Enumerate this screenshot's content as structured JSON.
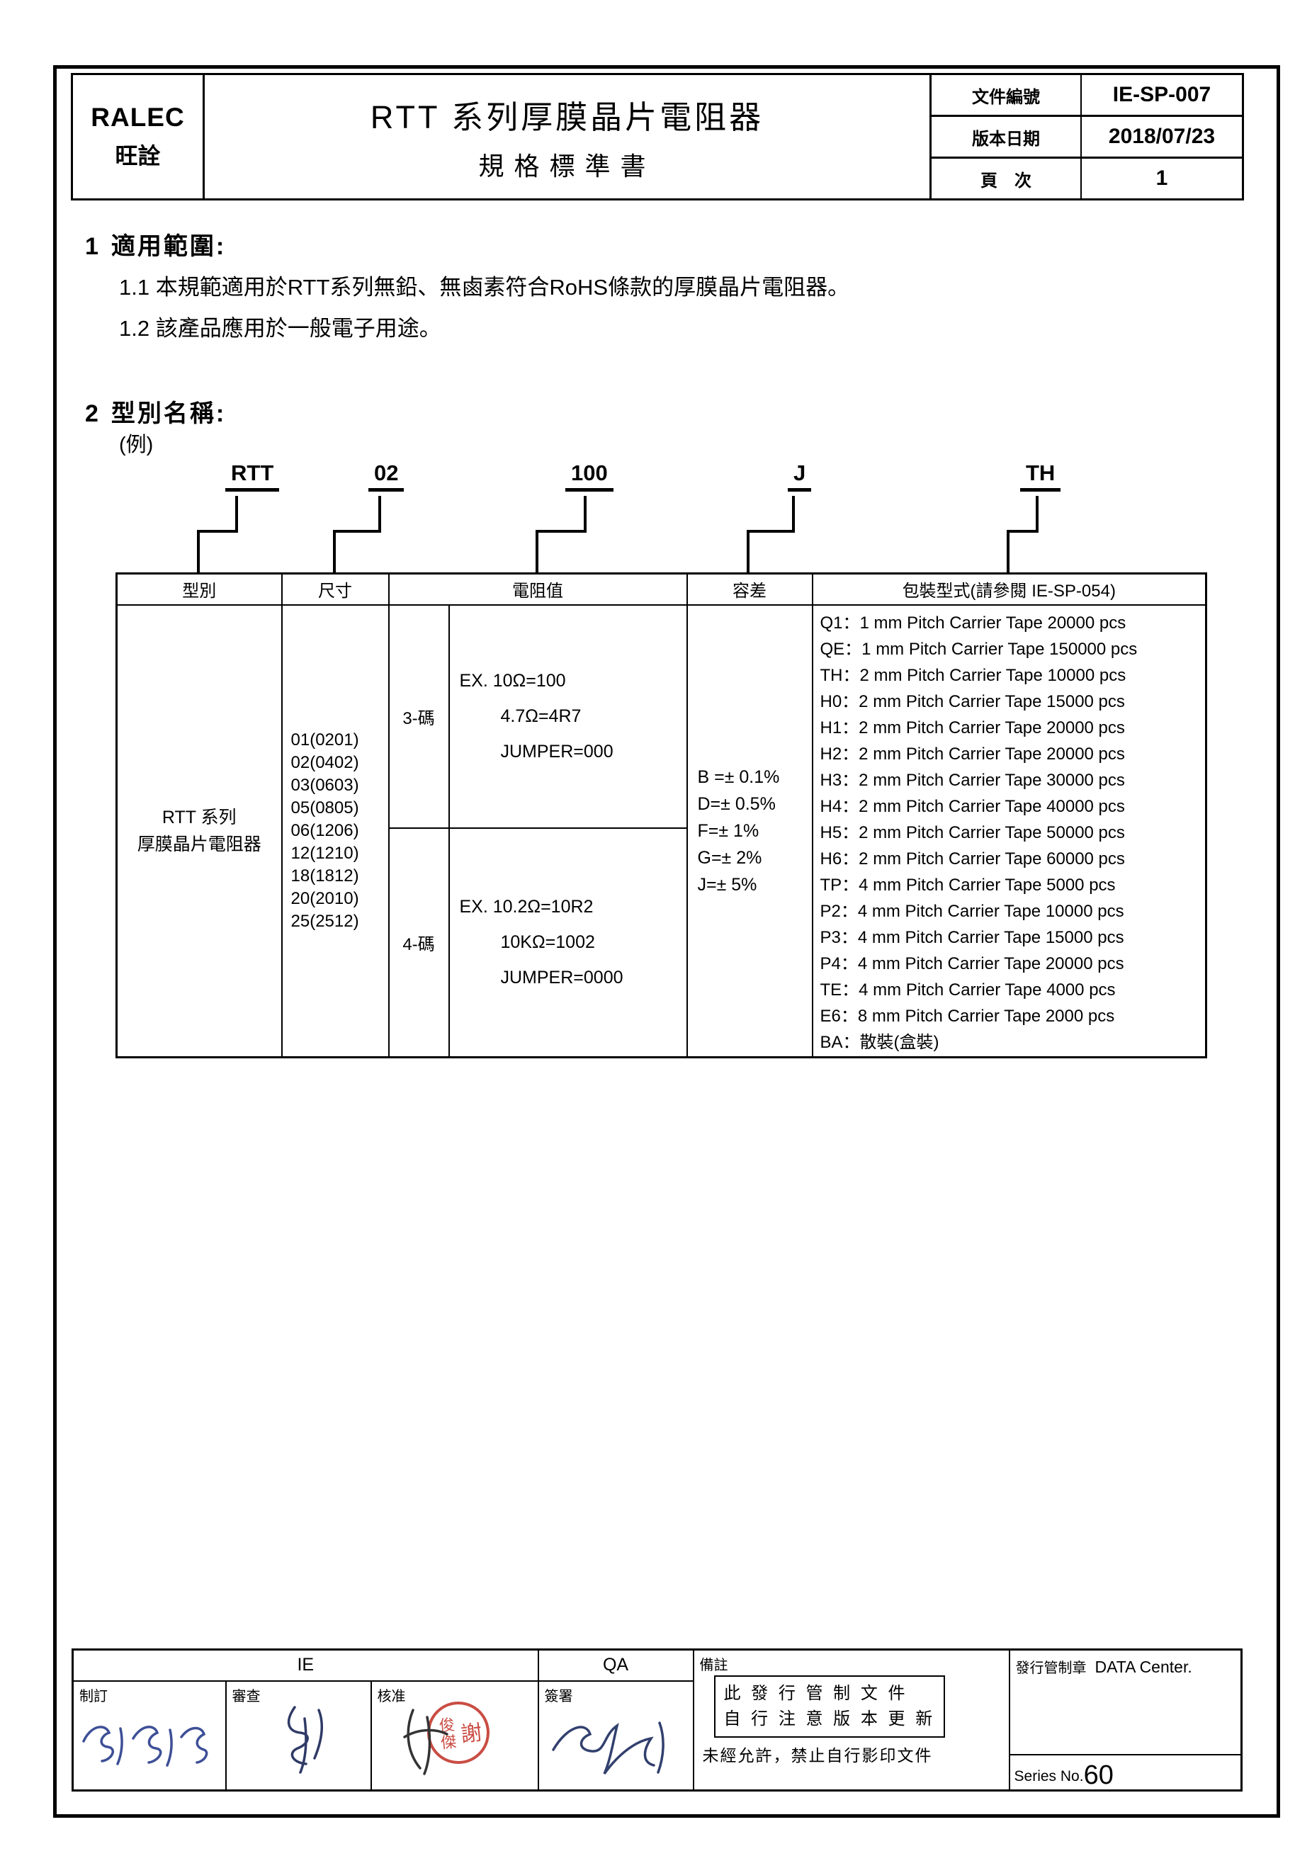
{
  "header": {
    "company": "RALEC",
    "company_cn": "旺詮",
    "title_line1": "RTT 系列厚膜晶片電阻器",
    "title_line2": "規格標準書",
    "doc_no_label": "文件編號",
    "doc_no": "IE-SP-007",
    "date_label": "版本日期",
    "date": "2018/07/23",
    "page_label": "頁　次",
    "page": "1"
  },
  "section1": {
    "number": "1",
    "title": "適用範圍:",
    "items": [
      "1.1 本規範適用於RTT系列無鉛、無鹵素符合RoHS條款的厚膜晶片電阻器。",
      "1.2 該產品應用於一般電子用途。"
    ]
  },
  "section2": {
    "number": "2",
    "title": "型別名稱:",
    "example_label": "(例)",
    "codes": [
      "RTT",
      "02",
      "100",
      "J",
      "TH"
    ]
  },
  "spec_table": {
    "headers": [
      "型別",
      "尺寸",
      "電阻值",
      "容差",
      "包裝型式(請參閱 IE-SP-054)"
    ],
    "type_lines": [
      "RTT 系列",
      "厚膜晶片電阻器"
    ],
    "sizes": [
      "01(0201)",
      "02(0402)",
      "03(0603)",
      "05(0805)",
      "06(1206)",
      "12(1210)",
      "18(1812)",
      "20(2010)",
      "25(2512)"
    ],
    "digit3_label": "3-碼",
    "digit3_examples": [
      "EX. 10Ω=100",
      "4.7Ω=4R7",
      "JUMPER=000"
    ],
    "digit4_label": "4-碼",
    "digit4_examples": [
      "EX. 10.2Ω=10R2",
      "10KΩ=1002",
      "JUMPER=0000"
    ],
    "tolerances": [
      "B =± 0.1%",
      "D=± 0.5%",
      "F=± 1%",
      "G=± 2%",
      "J=± 5%"
    ],
    "packaging": [
      "Q1：1 mm Pitch Carrier Tape 20000 pcs",
      "QE：1 mm Pitch Carrier Tape 150000 pcs",
      "TH：2 mm Pitch Carrier Tape 10000 pcs",
      "H0：2 mm Pitch Carrier Tape 15000 pcs",
      "H1：2 mm Pitch Carrier Tape 20000 pcs",
      "H2：2 mm Pitch Carrier Tape 20000 pcs",
      "H3：2 mm Pitch Carrier Tape 30000 pcs",
      "H4：2 mm Pitch Carrier Tape 40000 pcs",
      "H5：2 mm Pitch Carrier Tape 50000 pcs",
      "H6：2 mm Pitch Carrier Tape 60000 pcs",
      "TP：4 mm Pitch Carrier Tape 5000 pcs",
      "P2：4 mm Pitch Carrier Tape 10000 pcs",
      "P3：4 mm Pitch Carrier Tape 15000 pcs",
      "P4：4 mm Pitch Carrier Tape 20000 pcs",
      "TE：4 mm Pitch Carrier Tape 4000 pcs",
      "E6：8 mm Pitch Carrier Tape 2000 pcs",
      "BA：散裝(盒裝)"
    ]
  },
  "footer": {
    "ie_label": "IE",
    "qa_label": "QA",
    "sign_roles": [
      "制訂",
      "審查",
      "核准",
      "簽署"
    ],
    "note_label": "備註",
    "note_box_lines": [
      "此 發 行 管 制 文 件",
      "自 行 注 意 版 本 更 新"
    ],
    "note_bottom": "未經允許，禁止自行影印文件",
    "issue_stamp_label": "發行管制章",
    "issue_stamp_value": "DATA Center.",
    "series_label": "Series No.",
    "series_number": "60",
    "approval_stamp_chars": [
      "俊傑",
      "謝"
    ]
  }
}
